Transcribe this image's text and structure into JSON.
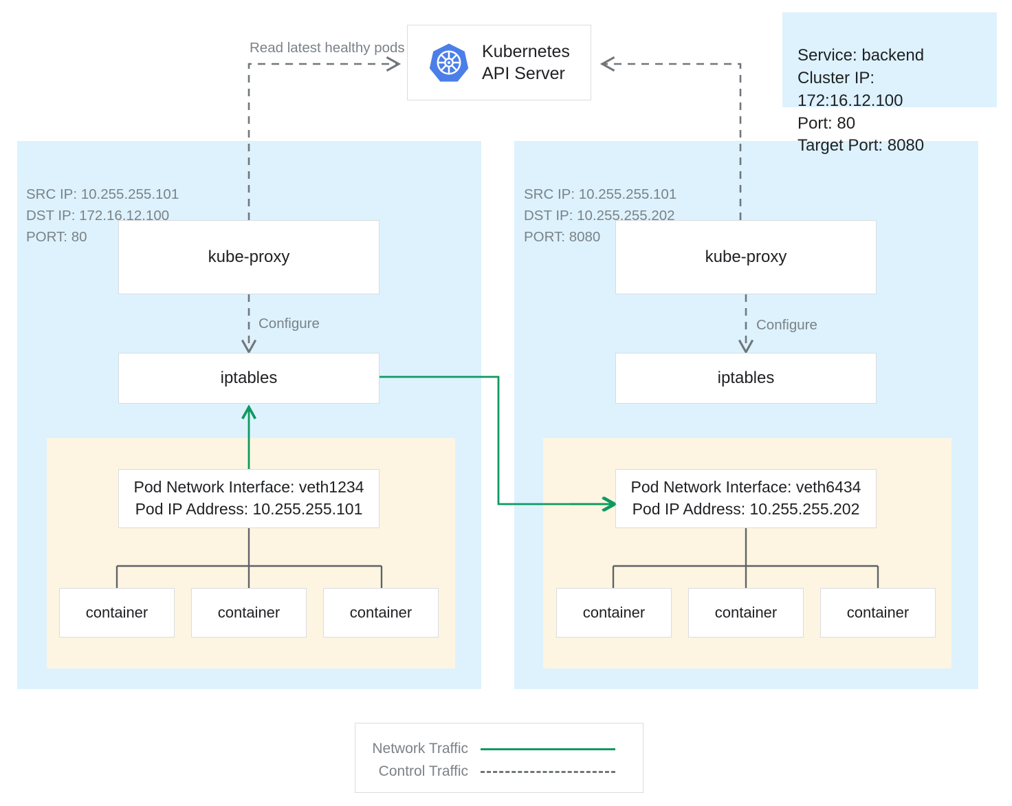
{
  "diagram": {
    "title": "Kubernetes kube-proxy iptables service routing",
    "colors": {
      "node_panel": "#ddf2fd",
      "pod_panel": "#fdf5e1",
      "network_traffic": "#0f9960",
      "control_traffic": "#70767b",
      "k8s_blue": "#4b7ee8",
      "box_border": "#d9dcdf",
      "meta_text": "#7b8287"
    }
  },
  "api_server": {
    "label": "Kubernetes\nAPI Server",
    "logo_name": "kubernetes-logo"
  },
  "service_info": {
    "text": "Service: backend\nCluster IP: 172:16.12.100\nPort: 80\nTarget Port: 8080",
    "lines": [
      "Service: backend",
      "Cluster IP: 172:16.12.100",
      "Port: 80",
      "Target Port: 8080"
    ]
  },
  "edge_labels": {
    "read_pods": "Read latest healthy pods",
    "configure_left": "Configure",
    "configure_right": "Configure"
  },
  "nodes": [
    {
      "id": "left",
      "meta": "SRC IP: 10.255.255.101\nDST IP: 172.16.12.100\nPORT: 80",
      "meta_lines": [
        "SRC IP: 10.255.255.101",
        "DST IP: 172.16.12.100",
        "PORT: 80"
      ],
      "kube_proxy": "kube-proxy",
      "iptables": "iptables",
      "pod": {
        "text": "Pod Network Interface: veth1234\nPod IP Address: 10.255.255.101",
        "interface": "veth1234",
        "ip": "10.255.255.101"
      },
      "containers": [
        "container",
        "container",
        "container"
      ]
    },
    {
      "id": "right",
      "meta": "SRC IP: 10.255.255.101\nDST IP: 10.255.255.202\nPORT: 8080",
      "meta_lines": [
        "SRC IP: 10.255.255.101",
        "DST IP: 10.255.255.202",
        "PORT: 8080"
      ],
      "kube_proxy": "kube-proxy",
      "iptables": "iptables",
      "pod": {
        "text": "Pod Network Interface: veth6434\nPod IP Address: 10.255.255.202",
        "interface": "veth6434",
        "ip": "10.255.255.202"
      },
      "containers": [
        "container",
        "container",
        "container"
      ]
    }
  ],
  "legend": {
    "network_traffic": "Network Traffic",
    "control_traffic": "Control Traffic"
  }
}
